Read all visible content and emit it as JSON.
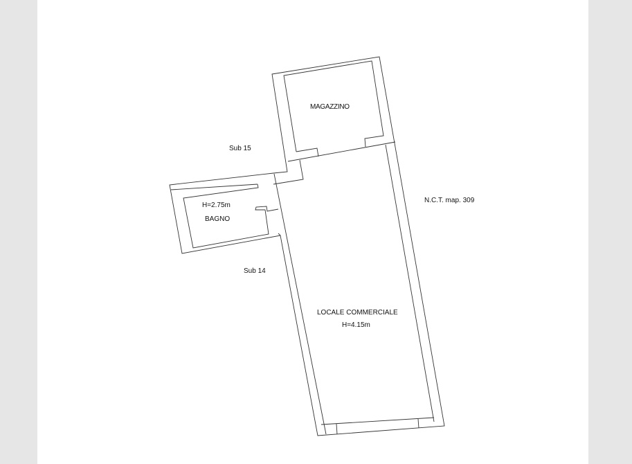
{
  "document": {
    "labels": {
      "magazzino": "MAGAZZINO",
      "sub15": "Sub 15",
      "nct": "N.C.T. map. 309",
      "bagno_height": "H=2.75m",
      "bagno": "BAGNO",
      "sub14": "Sub 14",
      "locale": "LOCALE COMMERCIALE",
      "locale_height": "H=4.15m"
    }
  }
}
